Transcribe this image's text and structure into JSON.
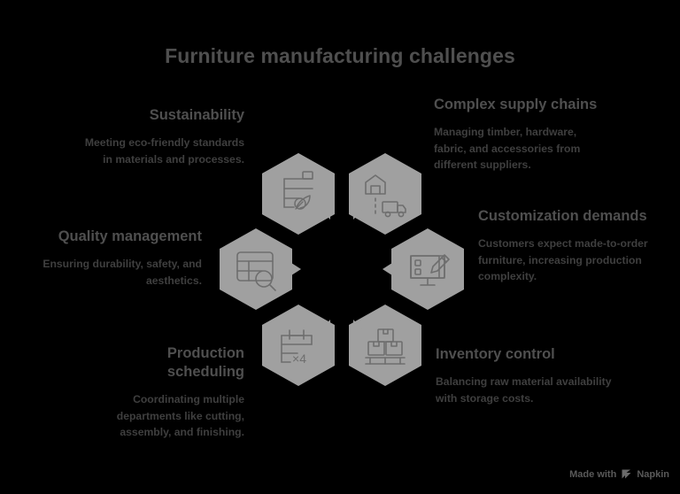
{
  "title": "Furniture manufacturing challenges",
  "colors": {
    "background": "#000000",
    "hexagon_fill": "#a0a0a0",
    "icon_stroke": "#6e6e6e",
    "heading_text": "#4f4f4f",
    "body_text": "#3f3f3f",
    "watermark_text": "#5a5a5a"
  },
  "blocks": [
    {
      "id": "sustainability",
      "heading": "Sustainability",
      "body": "Meeting eco-friendly standards in materials and processes.",
      "align": "right",
      "icon": "shelf-leaf-icon"
    },
    {
      "id": "complex-supply-chains",
      "heading": "Complex supply chains",
      "body": "Managing timber, hardware, fabric, and accessories from different suppliers.",
      "align": "left",
      "icon": "warehouse-truck-icon"
    },
    {
      "id": "quality-management",
      "heading": "Quality management",
      "body": "Ensuring durability, safety, and aesthetics.",
      "align": "right",
      "icon": "table-magnifier-icon"
    },
    {
      "id": "customization-demands",
      "heading": "Customization demands",
      "body": "Customers expect made-to-order furniture, increasing production complexity.",
      "align": "left",
      "icon": "monitor-pencil-icon"
    },
    {
      "id": "production-scheduling",
      "heading": "Production scheduling",
      "body": "Coordinating multiple departments like cutting, assembly, and finishing.",
      "align": "right",
      "icon": "calendar-x4-icon"
    },
    {
      "id": "inventory-control",
      "heading": "Inventory control",
      "body": "Balancing raw material availability with storage costs.",
      "align": "left",
      "icon": "boxes-pallet-icon"
    }
  ],
  "icon_labels": {
    "calendar_multiplier": "×4"
  },
  "watermark": {
    "prefix": "Made with",
    "brand": "Napkin",
    "logo": "napkin-logo-icon"
  }
}
